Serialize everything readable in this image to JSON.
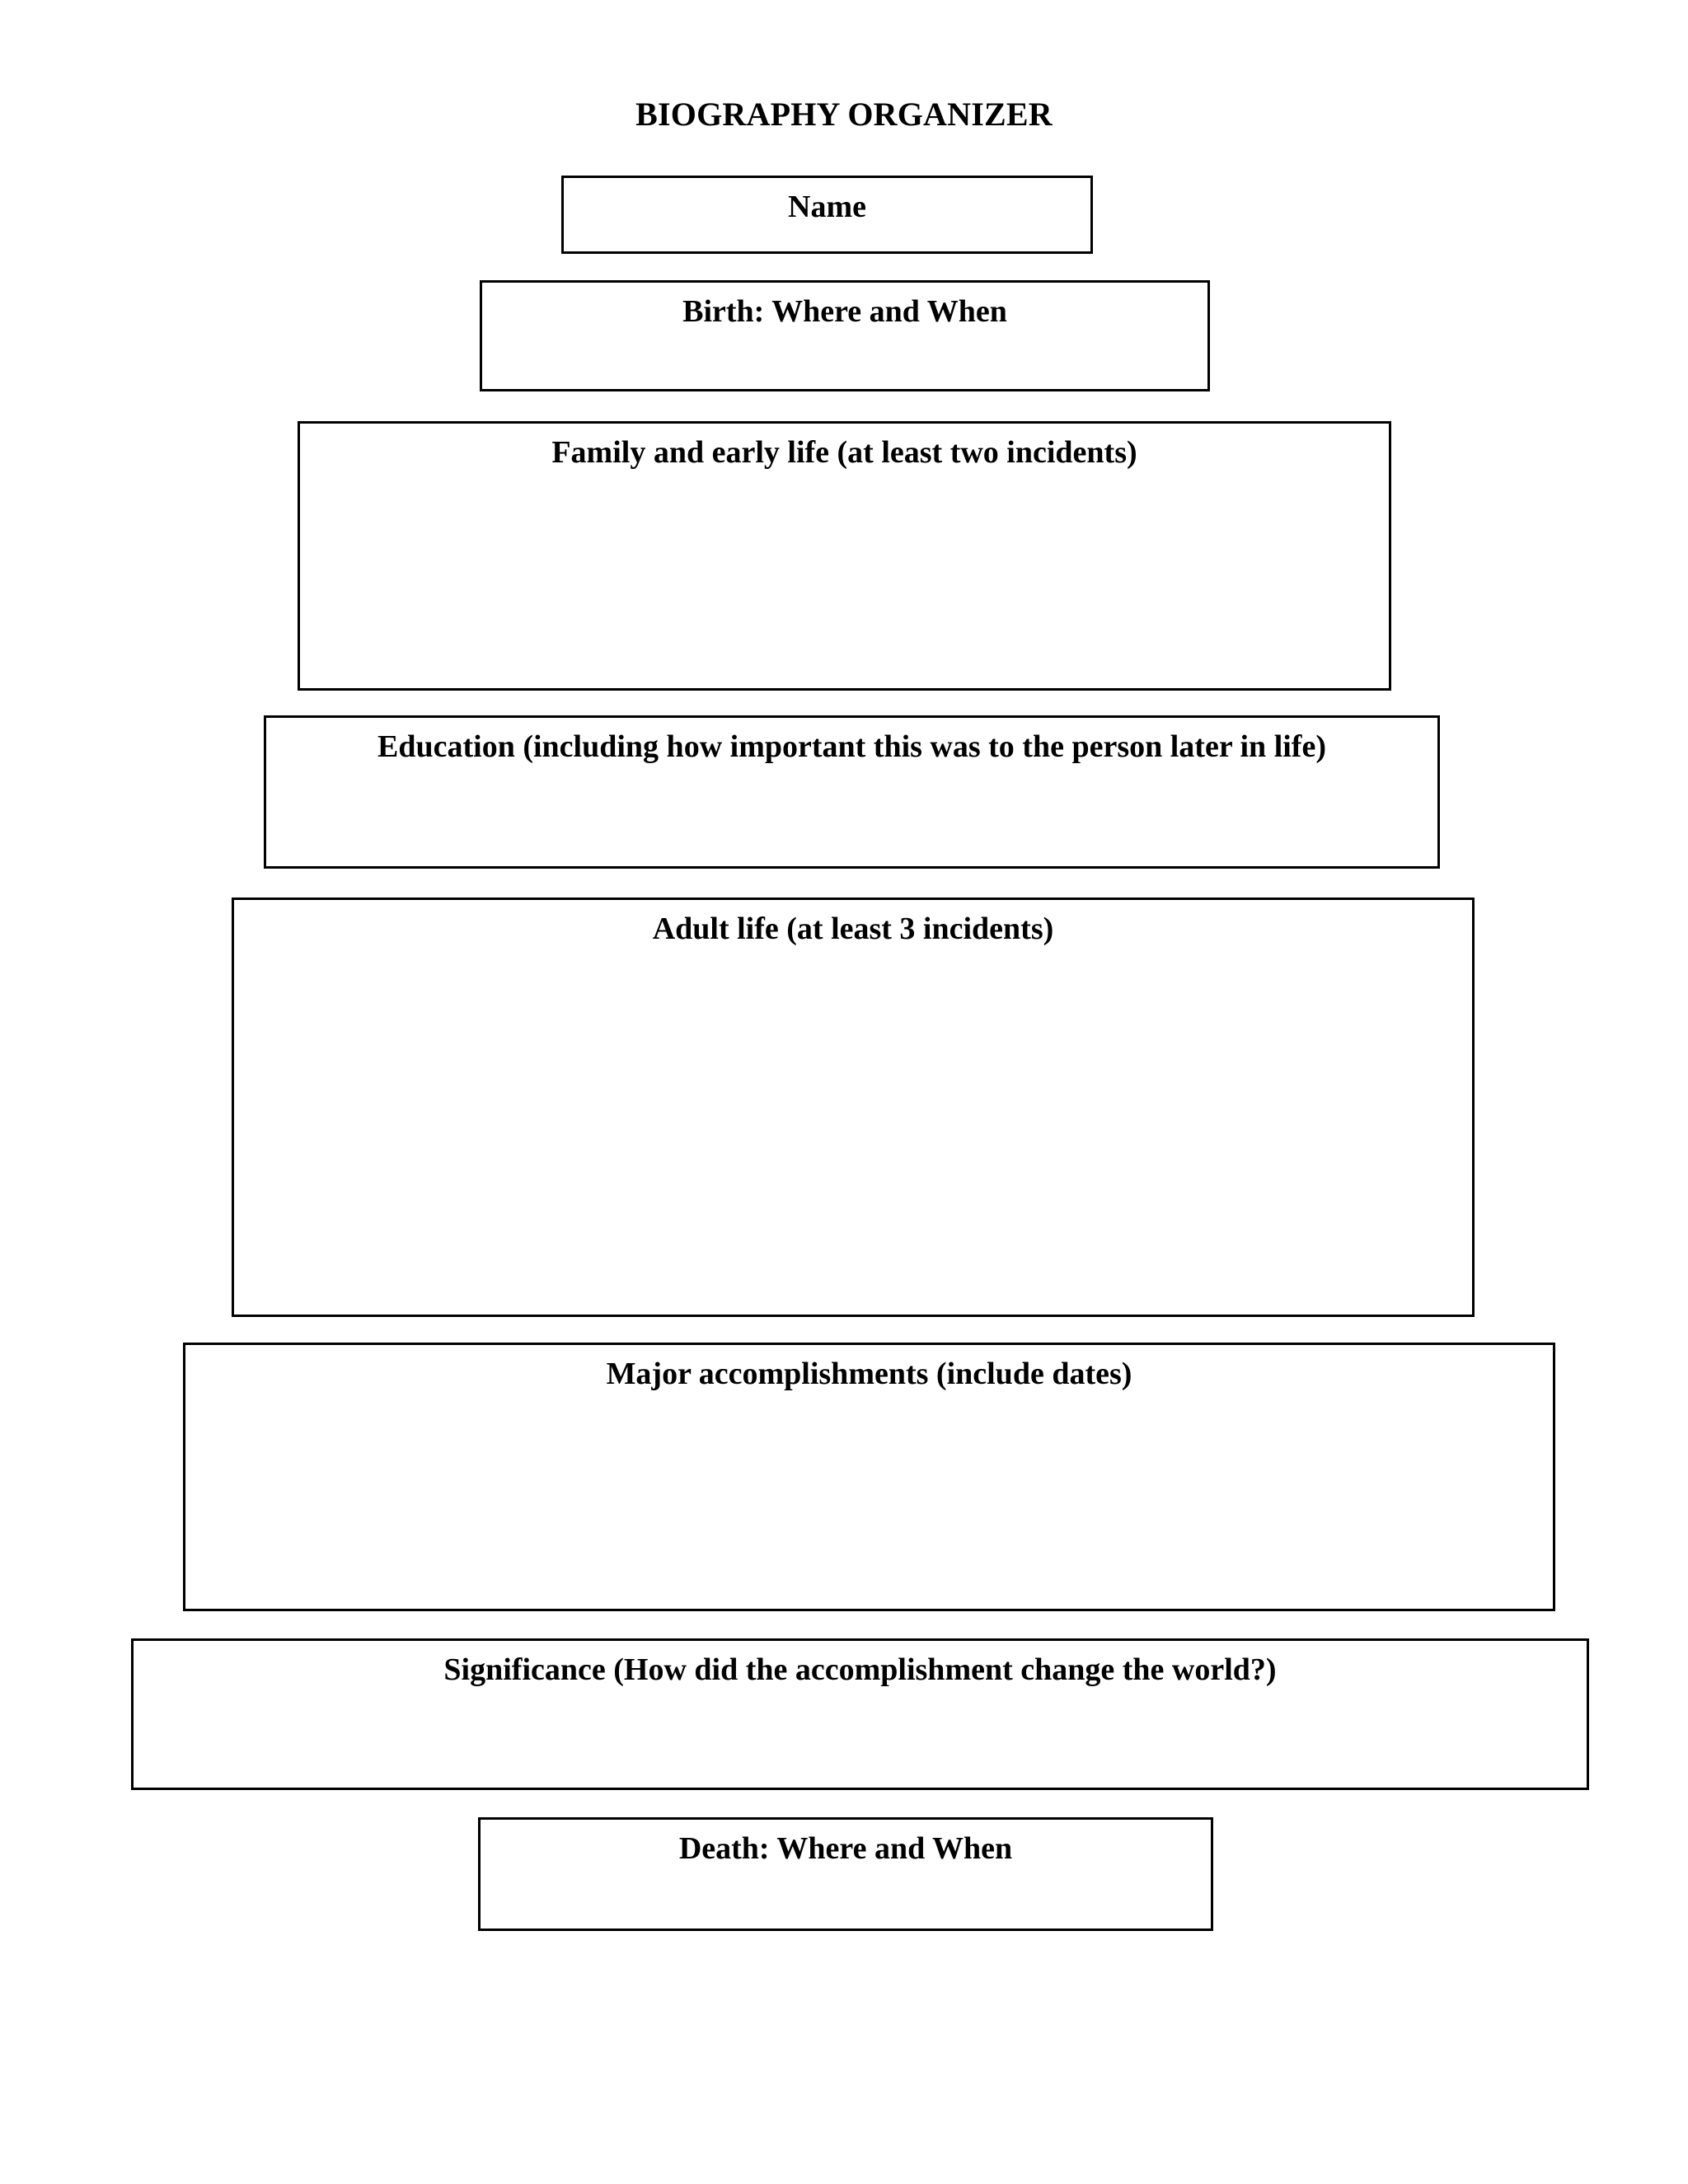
{
  "document": {
    "title": "BIOGRAPHY ORGANIZER",
    "page_background": "#ffffff",
    "text_color": "#000000",
    "border_color": "#000000"
  },
  "sections": [
    {
      "id": "name",
      "label": "Name",
      "value": ""
    },
    {
      "id": "birth",
      "label": "Birth:  Where and When",
      "value": ""
    },
    {
      "id": "family",
      "label": "Family and early life (at least two incidents)",
      "value": ""
    },
    {
      "id": "education",
      "label": "Education (including how important this was to the person later in life)",
      "value": ""
    },
    {
      "id": "adult",
      "label": "Adult life (at least 3 incidents)",
      "value": ""
    },
    {
      "id": "accomplishments",
      "label": "Major accomplishments (include dates)",
      "value": ""
    },
    {
      "id": "significance",
      "label": "Significance (How did the accomplishment change the world?)",
      "value": ""
    },
    {
      "id": "death",
      "label": "Death:  Where and When",
      "value": ""
    }
  ]
}
